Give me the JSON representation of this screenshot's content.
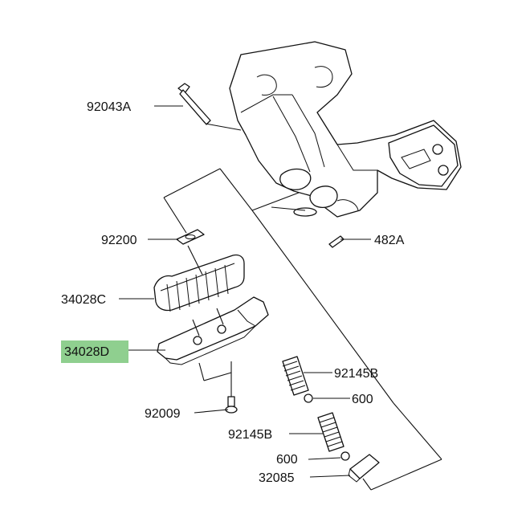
{
  "diagram": {
    "highlight_color": "#8fcf8f",
    "parts": [
      {
        "id": "bolt",
        "label": "92043A"
      },
      {
        "id": "washer",
        "label": "92200"
      },
      {
        "id": "footpeg-rubber",
        "label": "34028C"
      },
      {
        "id": "footpeg",
        "label": "34028D",
        "highlighted": true
      },
      {
        "id": "screw",
        "label": "92009"
      },
      {
        "id": "spring-upper",
        "label": "92145B"
      },
      {
        "id": "ball-upper",
        "label": "600"
      },
      {
        "id": "spring-lower",
        "label": "92145B"
      },
      {
        "id": "ball-lower",
        "label": "600"
      },
      {
        "id": "detent-plate",
        "label": "32085"
      },
      {
        "id": "cotter-pin",
        "label": "482A"
      }
    ]
  }
}
